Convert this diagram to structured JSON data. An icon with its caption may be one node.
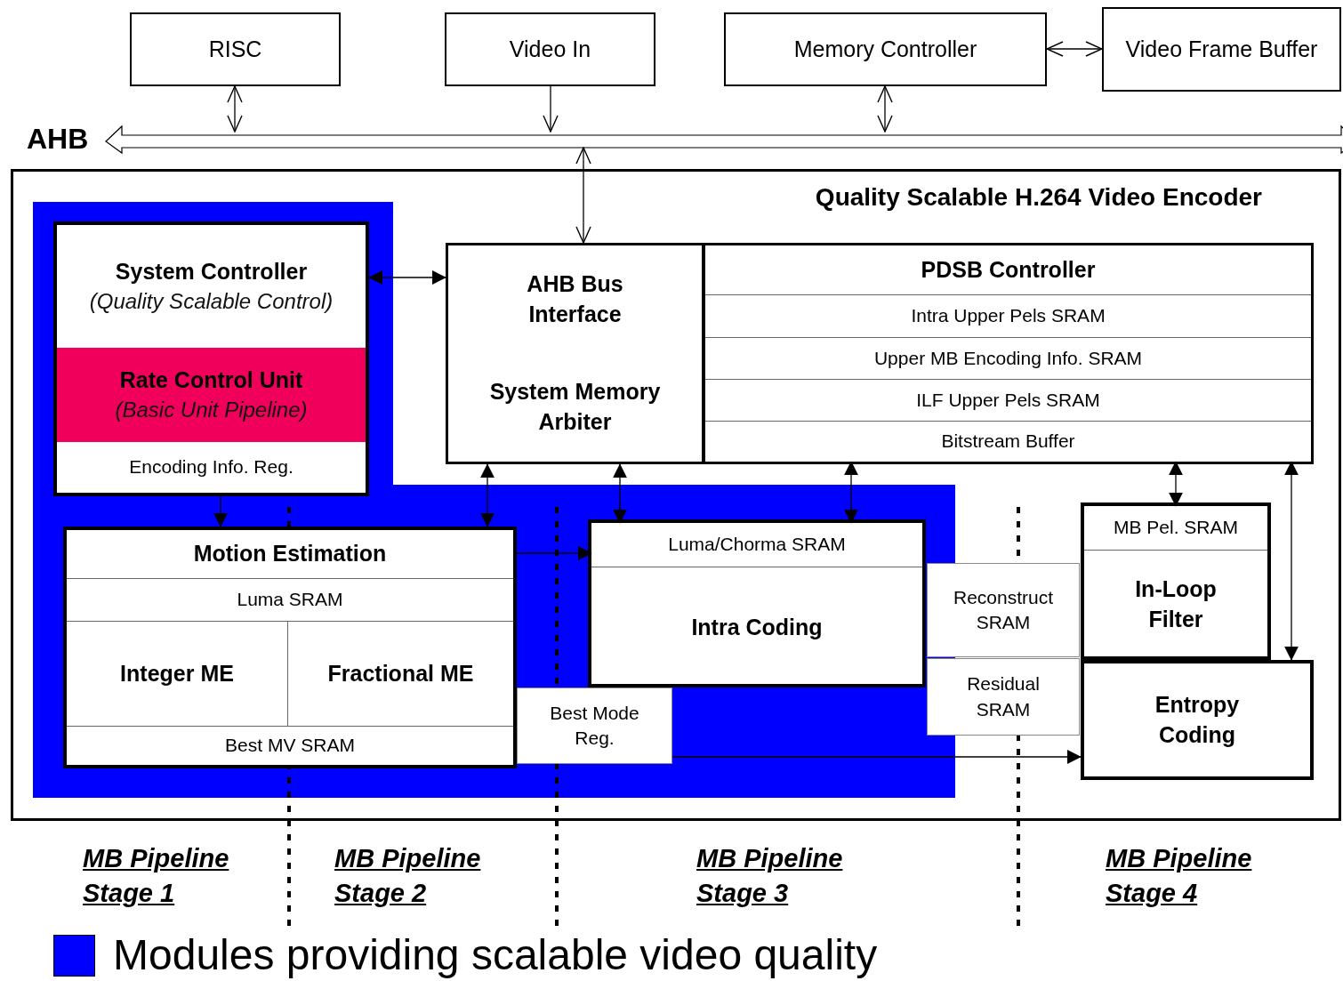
{
  "diagram": {
    "nodes": [
      {
        "text": [
          "RISC"
        ]
      },
      {
        "text": [
          "Video In"
        ]
      },
      {
        "text": [
          "Memory Controller"
        ]
      },
      {
        "text": [
          "Video Frame Buffer"
        ]
      },
      {
        "text": [
          "AHB"
        ]
      },
      {
        "text": [
          "Quality Scalable H.264 Video Encoder"
        ]
      },
      {
        "text": [
          "System Controller",
          "(Quality Scalable Control)"
        ],
        "in": 5
      },
      {
        "text": [
          "Rate Control Unit",
          "(Basic Unit Pipeline)"
        ],
        "in": 6
      },
      {
        "text": [
          "Encoding Info. Reg."
        ],
        "in": 6
      },
      {
        "text": [
          "AHB Bus Interface"
        ],
        "in": 5
      },
      {
        "text": [
          "System Memory Arbiter"
        ],
        "in": 5
      },
      {
        "text": [
          "PDSB Controller"
        ],
        "in": 5
      },
      {
        "text": [
          "Intra Upper Pels SRAM"
        ],
        "in": 11
      },
      {
        "text": [
          "Upper MB Encoding Info. SRAM"
        ],
        "in": 11
      },
      {
        "text": [
          "ILF Upper Pels SRAM"
        ],
        "in": 11
      },
      {
        "text": [
          "Bitstream Buffer"
        ],
        "in": 11
      },
      {
        "text": [
          "Motion Estimation"
        ],
        "in": 5
      },
      {
        "text": [
          "Luma SRAM"
        ],
        "in": 16
      },
      {
        "text": [
          "Integer ME"
        ],
        "in": 16
      },
      {
        "text": [
          "Fractional ME"
        ],
        "in": 16
      },
      {
        "text": [
          "Best MV SRAM"
        ],
        "in": 16
      },
      {
        "text": [
          "Best Mode Reg."
        ],
        "in": 5
      },
      {
        "text": [
          "Intra Coding"
        ],
        "in": 5
      },
      {
        "text": [
          "Luma/Chorma SRAM"
        ],
        "in": 22
      },
      {
        "text": [
          "Reconstruct SRAM"
        ],
        "in": 5
      },
      {
        "text": [
          "Residual SRAM"
        ],
        "in": 5
      },
      {
        "text": [
          "In-Loop Filter"
        ],
        "in": 5
      },
      {
        "text": [
          "MB Pel. SRAM"
        ],
        "in": 26
      },
      {
        "text": [
          "Entropy Coding"
        ],
        "in": 5
      }
    ],
    "edges": [
      {
        "from": 0,
        "to": 4,
        "arrow": "both"
      },
      {
        "from": 1,
        "to": 4,
        "arrow": "to"
      },
      {
        "from": 2,
        "to": 4,
        "arrow": "both"
      },
      {
        "from": 2,
        "to": 3,
        "arrow": "both"
      },
      {
        "from": 4,
        "to": 9,
        "arrow": "both"
      },
      {
        "from": 6,
        "to": 9,
        "arrow": "both"
      },
      {
        "from": 8,
        "to": 16,
        "arrow": "to"
      },
      {
        "from": 10,
        "to": 16,
        "arrow": "both"
      },
      {
        "from": 10,
        "to": 23,
        "arrow": "both"
      },
      {
        "from": 15,
        "to": 23,
        "arrow": "both"
      },
      {
        "from": 16,
        "to": 23,
        "arrow": "to"
      },
      {
        "from": 21,
        "to": 28,
        "arrow": "to"
      },
      {
        "from": 15,
        "to": 27,
        "arrow": "both"
      },
      {
        "from": 15,
        "to": 28,
        "arrow": "both"
      }
    ],
    "labels": [
      "MB Pipeline Stage 1",
      "MB Pipeline Stage 2",
      "MB Pipeline Stage 3",
      "MB Pipeline Stage 4"
    ],
    "legend": [
      {
        "text": "Modules providing scalable video quality",
        "color": "#0000ff"
      }
    ]
  }
}
